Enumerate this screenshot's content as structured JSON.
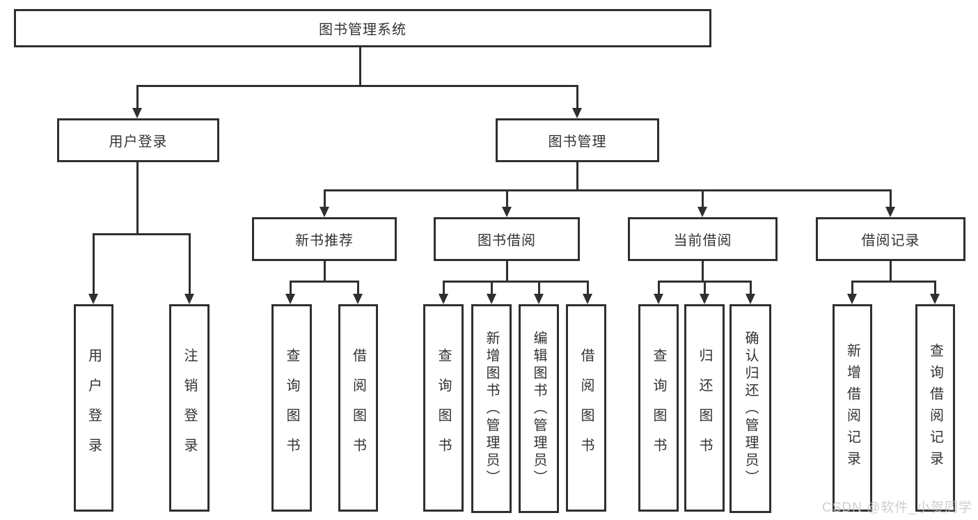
{
  "tree": {
    "root": {
      "label": "图书管理系统"
    },
    "user_login": {
      "label": "用户登录",
      "children": [
        "用户登录",
        "注销登录"
      ]
    },
    "book_mgmt": {
      "label": "图书管理",
      "sections": [
        {
          "label": "新书推荐",
          "children": [
            "查询图书",
            "借阅图书"
          ]
        },
        {
          "label": "图书借阅",
          "children": [
            "查询图书",
            "新增图书（管理员）",
            "编辑图书（管理员）",
            "借阅图书"
          ]
        },
        {
          "label": "当前借阅",
          "children": [
            "查询图书",
            "归还图书",
            "确认归还（管理员）"
          ]
        },
        {
          "label": "借阅记录",
          "children": [
            "新增借阅记录",
            "查询借阅记录"
          ]
        }
      ]
    }
  },
  "watermark": "CSDN @软件_小贺同学",
  "colors": {
    "line": "#2f2f2f",
    "text": "#333333",
    "watermark": "#c6c6c6",
    "background": "#ffffff"
  }
}
